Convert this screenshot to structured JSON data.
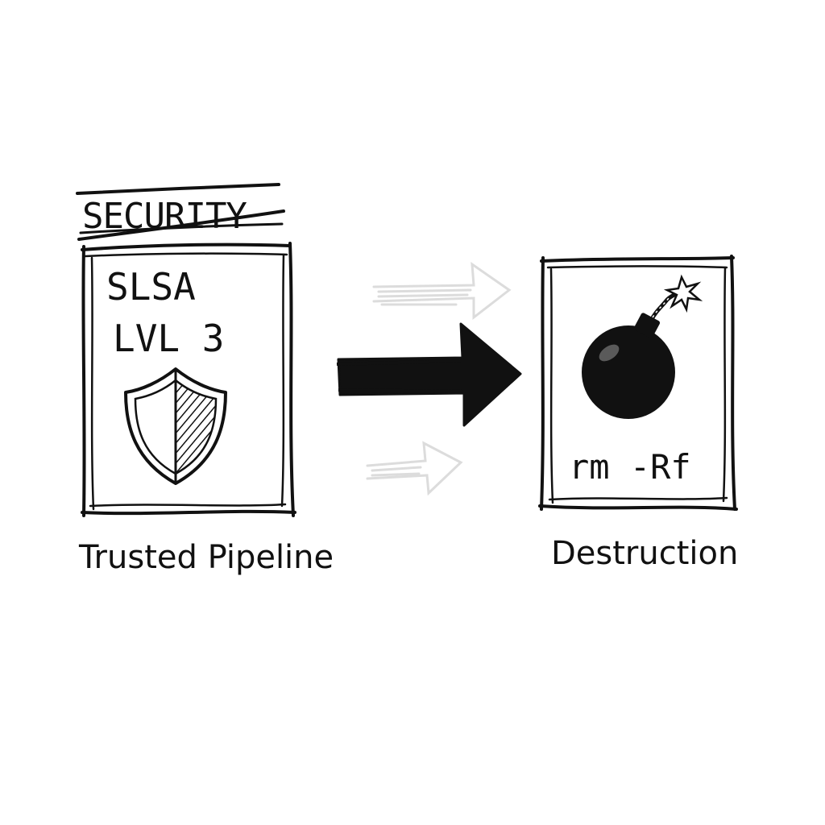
{
  "diagram": {
    "crossed_label": "SECURITY",
    "left_card": {
      "line1": "SLSA",
      "line2": "LVL 3",
      "icon": "shield-icon",
      "caption": "Trusted Pipeline"
    },
    "right_card": {
      "icon": "bomb-icon",
      "command": "rm -Rf",
      "caption": "Destruction"
    },
    "colors": {
      "ink": "#111111",
      "faded_ink": "#d8d8d8",
      "background": "#ffffff"
    }
  }
}
